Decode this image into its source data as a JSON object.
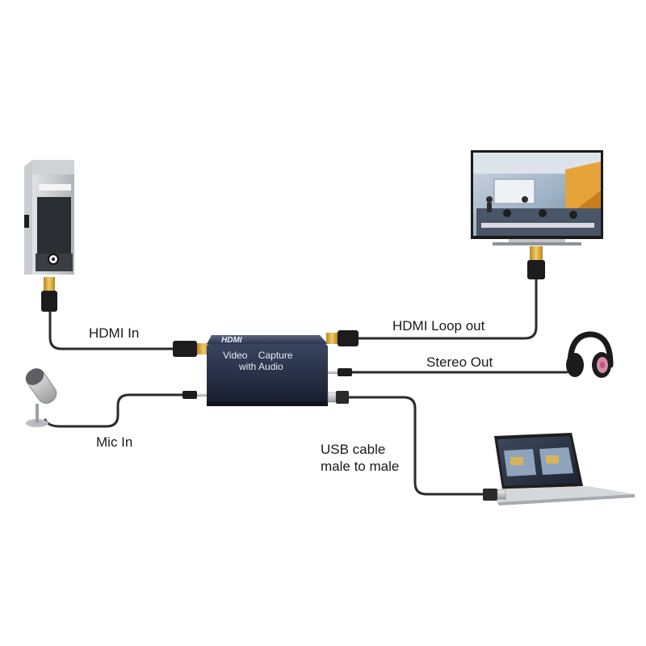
{
  "capture_box": {
    "logo": "HDMI",
    "line1": "Video    Capture",
    "line2": "with Audio"
  },
  "labels": {
    "hdmi_in": "HDMI In",
    "hdmi_loop_out": "HDMI Loop out",
    "stereo_out": "Stereo Out",
    "mic_in": "Mic In",
    "usb_line1": "USB cable",
    "usb_line2": "male to male"
  },
  "colors": {
    "cable": "#2b2b2b",
    "connector": "#1c1c1c",
    "gold": "#d4a93a",
    "box_body": "#1f2740",
    "headphone_accent": "#d98aa8"
  },
  "icons": {
    "pc": "desktop-tower-icon",
    "tv": "television-icon",
    "headphones": "headphones-icon",
    "mic": "microphone-icon",
    "laptop": "laptop-icon"
  }
}
